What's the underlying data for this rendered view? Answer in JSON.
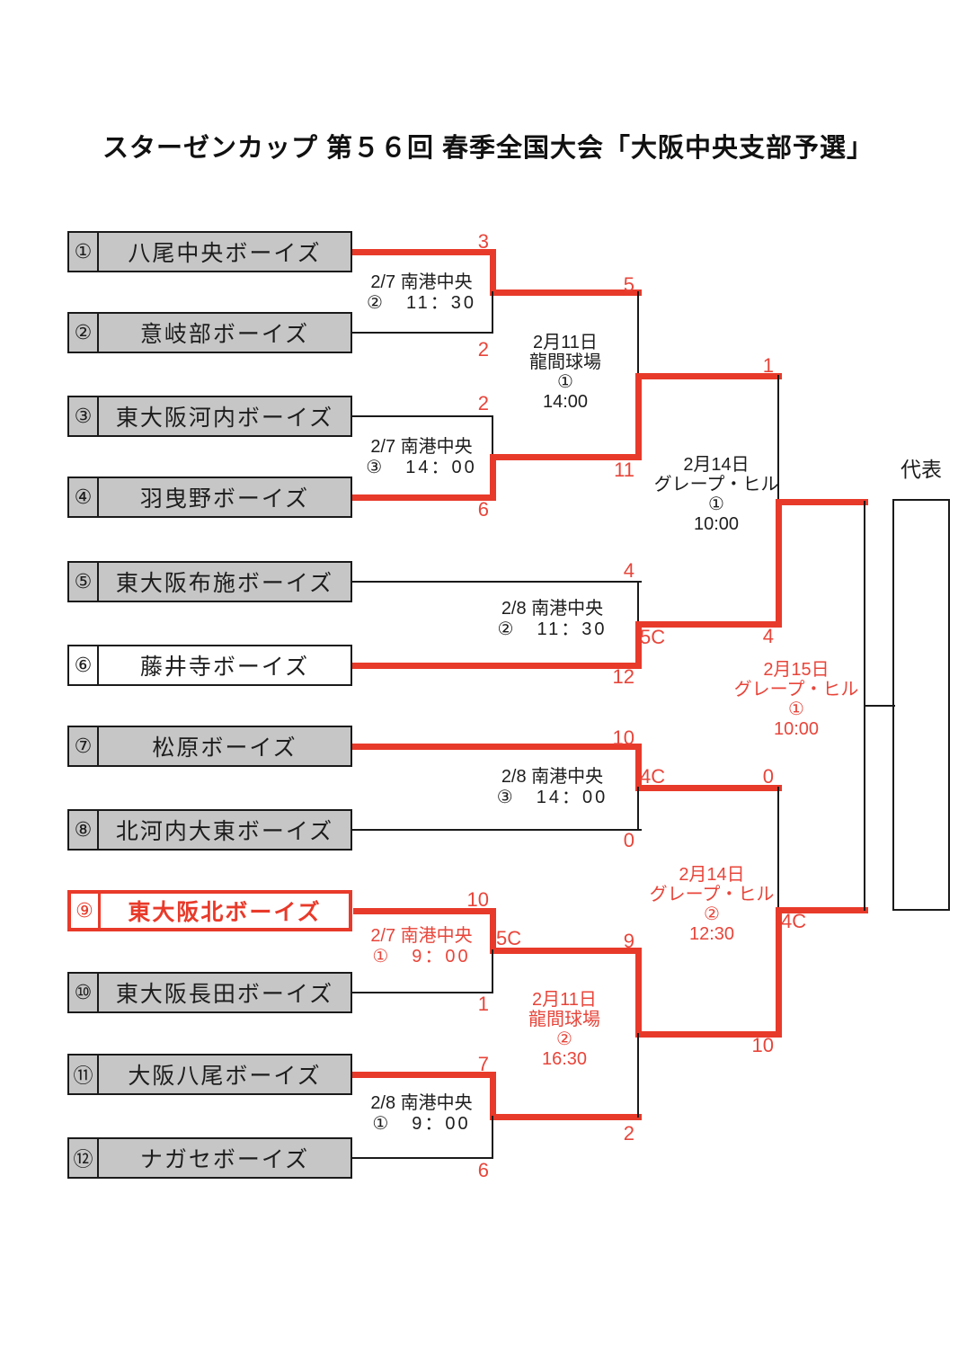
{
  "title": "スターゼンカップ 第５６回 春季全国大会「大阪中央支部予選」",
  "champion_slot_label": "代表",
  "colors": {
    "accent_red": "#e83a2a",
    "box_gray": "#c6c6c6",
    "line_black": "#1a1a1a"
  },
  "teams": [
    {
      "seed": "①",
      "name": "八尾中央ボーイズ",
      "style": "gray"
    },
    {
      "seed": "②",
      "name": "意岐部ボーイズ",
      "style": "gray"
    },
    {
      "seed": "③",
      "name": "東大阪河内ボーイズ",
      "style": "gray"
    },
    {
      "seed": "④",
      "name": "羽曳野ボーイズ",
      "style": "gray"
    },
    {
      "seed": "⑤",
      "name": "東大阪布施ボーイズ",
      "style": "gray"
    },
    {
      "seed": "⑥",
      "name": "藤井寺ボーイズ",
      "style": "white"
    },
    {
      "seed": "⑦",
      "name": "松原ボーイズ",
      "style": "gray"
    },
    {
      "seed": "⑧",
      "name": "北河内大東ボーイズ",
      "style": "gray"
    },
    {
      "seed": "⑨",
      "name": "東大阪北ボーイズ",
      "style": "highlight"
    },
    {
      "seed": "⑩",
      "name": "東大阪長田ボーイズ",
      "style": "gray"
    },
    {
      "seed": "⑪",
      "name": "大阪八尾ボーイズ",
      "style": "gray"
    },
    {
      "seed": "⑫",
      "name": "ナガセボーイズ",
      "style": "gray"
    }
  ],
  "matches": [
    {
      "id": "m1",
      "venue": "2/7 南港中央",
      "slot": "②　11：30",
      "color": "black",
      "score_top": "3",
      "score_bottom": "2"
    },
    {
      "id": "m2",
      "venue": "2/7 南港中央",
      "slot": "③　14：00",
      "color": "black",
      "score_top": "2",
      "score_bottom": "6"
    },
    {
      "id": "m3",
      "venue": "2/8 南港中央",
      "slot": "②　11：30",
      "color": "black",
      "score_top": "4",
      "score_bottom": "12",
      "called": "5C"
    },
    {
      "id": "m4",
      "venue": "2/8 南港中央",
      "slot": "③　14：00",
      "color": "black",
      "score_top": "10",
      "score_bottom": "0",
      "called": "4C"
    },
    {
      "id": "m5",
      "venue": "2/7 南港中央",
      "slot": "①　9：00",
      "color": "red",
      "score_top": "10",
      "score_bottom": "1",
      "called": "5C"
    },
    {
      "id": "m6",
      "venue": "2/8 南港中央",
      "slot": "①　9：00",
      "color": "black",
      "score_top": "7",
      "score_bottom": "6"
    }
  ],
  "rounds": [
    {
      "id": "q1",
      "date": "2月11日",
      "venue": "龍間球場",
      "game": "①",
      "time": "14:00",
      "color": "black",
      "score_top": "5",
      "score_bottom": "11"
    },
    {
      "id": "q2",
      "date": "2月11日",
      "venue": "龍間球場",
      "game": "②",
      "time": "16:30",
      "color": "red",
      "score_top": "9",
      "score_bottom": "2"
    },
    {
      "id": "sf1",
      "date": "2月14日",
      "venue": "グレープ・ヒル",
      "game": "①",
      "time": "10:00",
      "color": "black",
      "score_top": "1",
      "score_bottom": "4"
    },
    {
      "id": "sf2",
      "date": "2月14日",
      "venue": "グレープ・ヒル",
      "game": "②",
      "time": "12:30",
      "color": "red",
      "score_top": "0",
      "score_bottom": "10",
      "called": "4C"
    },
    {
      "id": "final",
      "date": "2月15日",
      "venue": "グレープ・ヒル",
      "game": "①",
      "time": "10:00",
      "color": "red"
    }
  ]
}
